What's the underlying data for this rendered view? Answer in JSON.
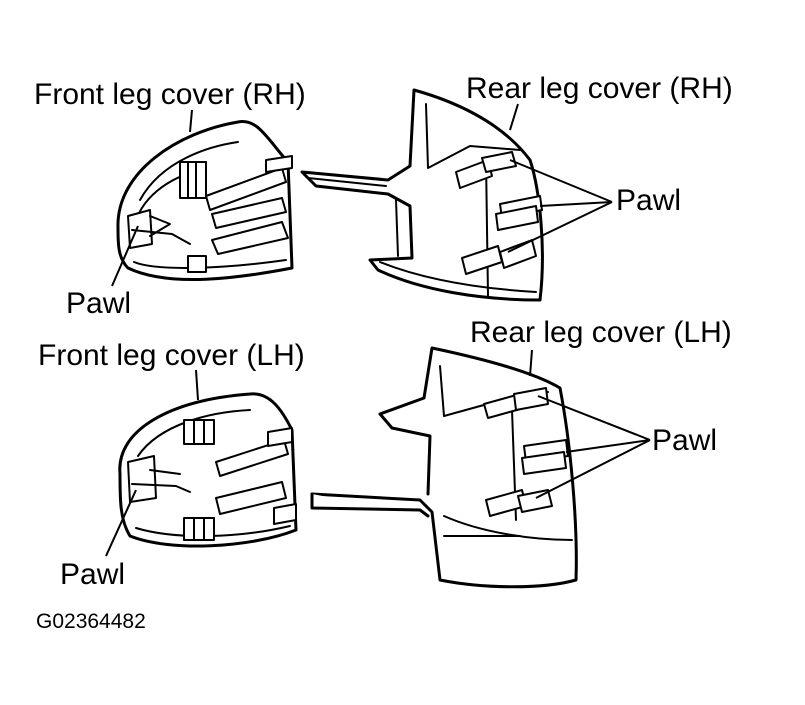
{
  "labels": {
    "front_rh": "Front leg cover (RH)",
    "rear_rh": "Rear leg cover (RH)",
    "pawl_rh_front": "Pawl",
    "pawl_rh_rear": "Pawl",
    "front_lh": "Front leg cover (LH)",
    "rear_lh": "Rear leg cover (LH)",
    "pawl_lh_front": "Pawl",
    "pawl_lh_rear": "Pawl"
  },
  "figure_id": "G02364482",
  "colors": {
    "ink": "#000000",
    "paper": "#ffffff"
  }
}
